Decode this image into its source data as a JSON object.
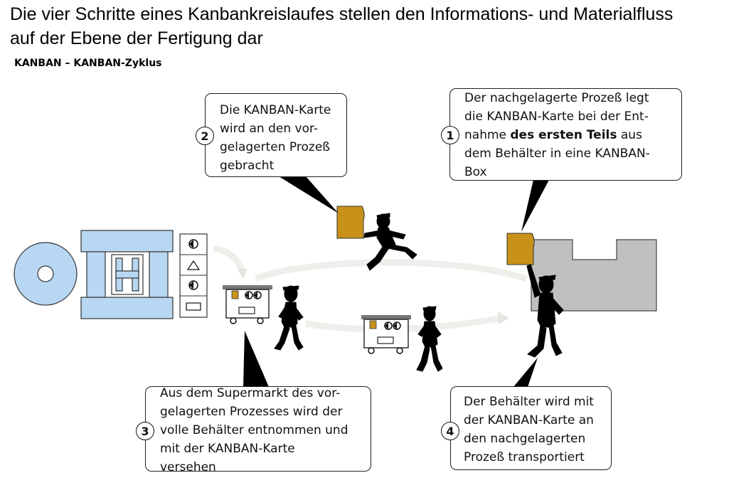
{
  "title": {
    "line1": "Die vier Schritte eines Kanbankreislaufes stellen den Informations- und Materialfluss",
    "line2": "auf der Ebene der Fertigung dar"
  },
  "subtitle": "KANBAN –  KANBAN-Zyklus",
  "steps": [
    {
      "number": "1",
      "lines": [
        "Der nachgelagerte Prozeß legt",
        "die KANBAN-Karte bei der Ent-",
        "nahme ",
        "des ersten Teils",
        " aus",
        "dem Behälter in eine KANBAN-",
        "Box"
      ]
    },
    {
      "number": "2",
      "lines": [
        "Die KANBAN-Karte",
        "wird an den vor-",
        "gelagerten Prozeß",
        "gebracht"
      ]
    },
    {
      "number": "3",
      "lines": [
        "Aus dem Supermarkt des vor-",
        "gelagerten Prozesses wird der",
        "volle Behälter entnommen und",
        "mit der KANBAN-Karte",
        "versehen"
      ]
    },
    {
      "number": "4",
      "lines": [
        "Der Behälter wird mit",
        "der KANBAN-Karte an",
        "den nachgelagerten",
        "Prozeß transportiert"
      ]
    }
  ],
  "colors": {
    "machine_blue": "#b7d7f2",
    "kanban_card": "#c8921a",
    "factory_gray": "#c0c0c0",
    "cycle_arrow": "#eeeeea",
    "figure": "#000000"
  },
  "icons": [
    "disk-part-icon",
    "press-machine-icon",
    "supermarket-shelf-icon",
    "kanban-card-icon",
    "cart-icon",
    "worker-figure-icon",
    "factory-building-icon",
    "cycle-arrow-icon"
  ]
}
